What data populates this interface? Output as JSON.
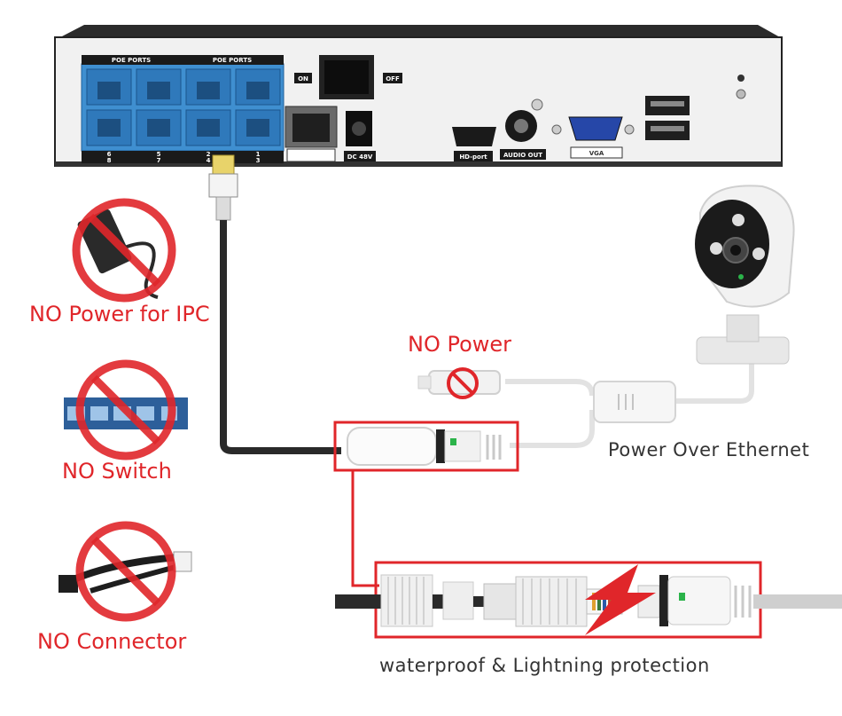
{
  "nvr": {
    "poe_ports_left": "POE PORTS",
    "poe_ports_right": "POE PORTS",
    "port_numbers_top": [
      "6",
      "5",
      "2",
      "1"
    ],
    "port_numbers_bottom": [
      "8",
      "7",
      "4",
      "3"
    ],
    "switch_on": "ON",
    "switch_off": "OFF",
    "dc_label": "DC 48V",
    "hd_label": "HD-port",
    "audio_label": "AUDIO OUT",
    "vga_label": "VGA"
  },
  "labels": {
    "no_power_ipc": "NO Power for IPC",
    "no_switch": "NO Switch",
    "no_connector": "NO Connector",
    "no_power": "NO Power",
    "poe": "Power Over Ethernet",
    "waterproof": "waterproof & Lightning protection"
  },
  "colors": {
    "accent_red": "#e0262a",
    "poe_blue": "#3f8fd0",
    "nvr_body": "#f2f2f2",
    "nvr_top": "#2b2b2b",
    "cable": "#2a2a2a"
  }
}
